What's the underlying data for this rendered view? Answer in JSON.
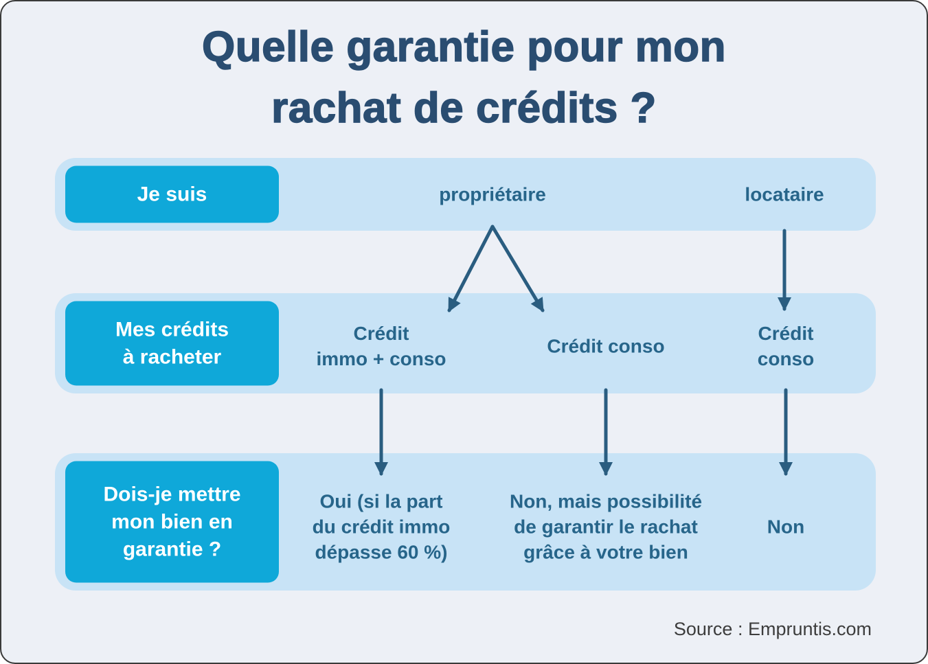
{
  "title": "Quelle garantie pour mon\nrachat de crédits ?",
  "rows": [
    {
      "label": "Je suis",
      "options": [
        "propriétaire",
        "locataire"
      ]
    },
    {
      "label": "Mes crédits\nà racheter",
      "options": [
        "Crédit\nimmo + conso",
        "Crédit conso",
        "Crédit conso"
      ]
    },
    {
      "label": "Dois-je mettre\nmon bien en\ngarantie ?",
      "options": [
        "Oui (si la part\ndu crédit immo\ndépasse 60 %)",
        "Non, mais possibilité\nde garantir le rachat\ngrâce à votre bien",
        "Non"
      ]
    }
  ],
  "source": "Source : Empruntis.com",
  "colors": {
    "background": "#edf0f6",
    "band": "#c8e3f6",
    "accent": "#0fa8d9",
    "title": "#2a4d71",
    "text": "#27658a",
    "arrow": "#2a5d80",
    "label_text": "#ffffff"
  }
}
